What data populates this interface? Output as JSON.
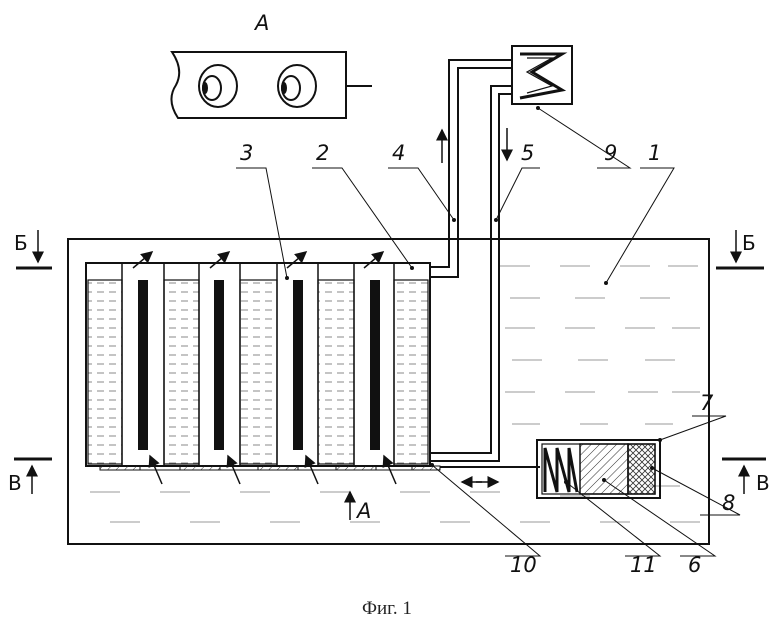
{
  "view_label": "A",
  "section_b": "Б",
  "section_v": "В",
  "flow_view_label": "A",
  "labels": {
    "n1": "1",
    "n2": "2",
    "n3": "3",
    "n4": "4",
    "n5": "5",
    "n6": "6",
    "n7": "7",
    "n8": "8",
    "n9": "9",
    "n10": "10",
    "n11": "11"
  },
  "caption": "Фиг. 1"
}
